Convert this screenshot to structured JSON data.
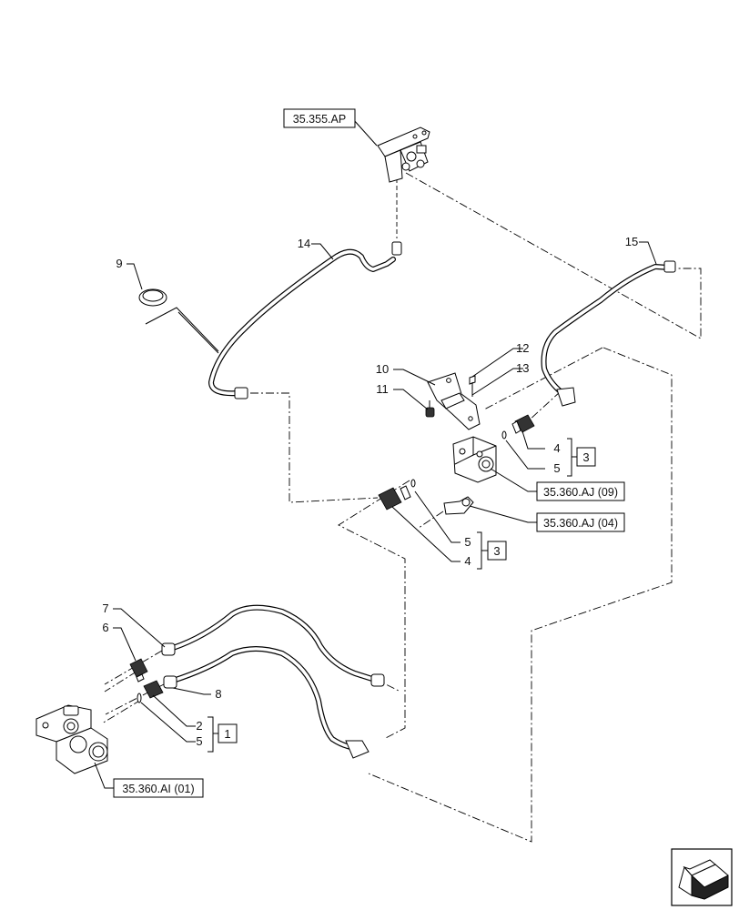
{
  "references": {
    "top_block": "35.355.AP",
    "valve_09": "35.360.AJ (09)",
    "valve_04": "35.360.AJ (04)",
    "control_valve": "35.360.AI (01)"
  },
  "callouts": {
    "c1": "1",
    "c2": "2",
    "c3a": "3",
    "c3b": "3",
    "c4a": "4",
    "c4b": "4",
    "c5a": "5",
    "c5b": "5",
    "c5c": "5",
    "c6": "6",
    "c7": "7",
    "c8": "8",
    "c9": "9",
    "c10": "10",
    "c11": "11",
    "c12": "12",
    "c13": "13",
    "c14": "14",
    "c15": "15"
  },
  "icons": {
    "corner": "view-direction-arrow-icon"
  }
}
